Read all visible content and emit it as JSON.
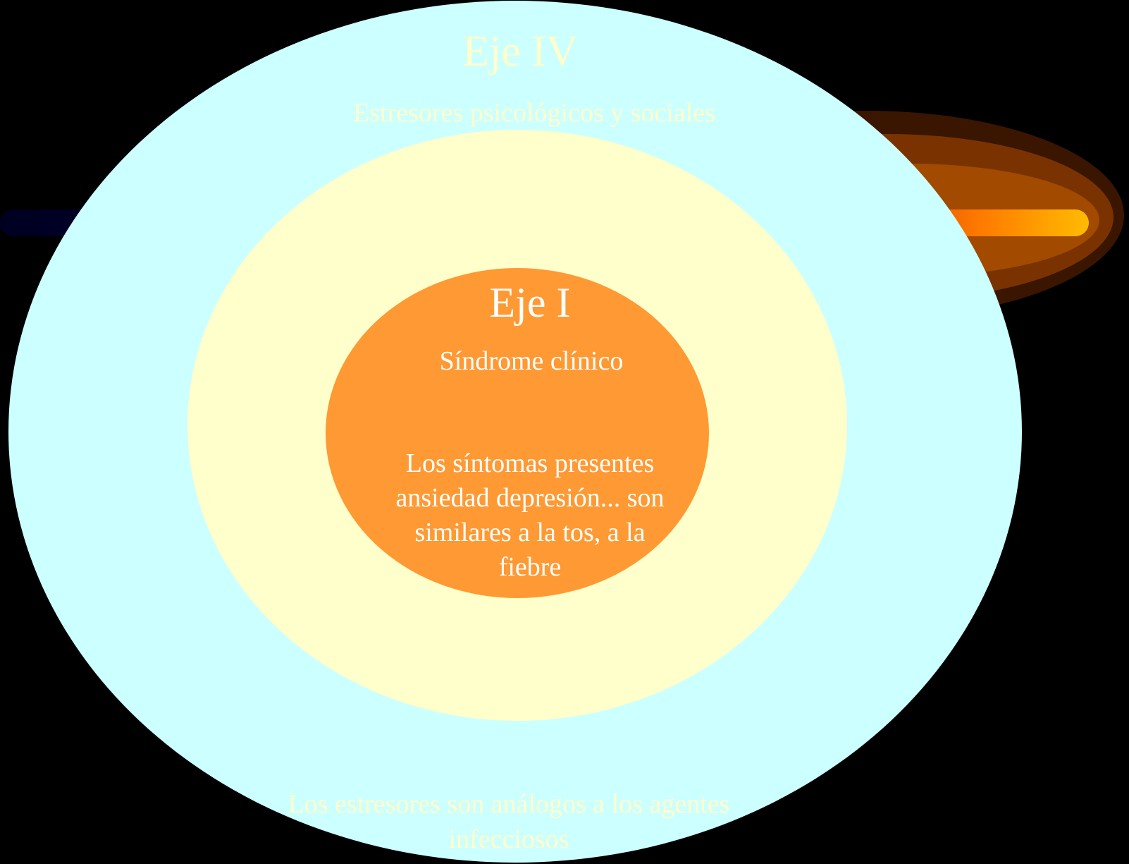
{
  "colors": {
    "background": "#000000",
    "outer_ellipse": "#ccffff",
    "middle_ellipse": "#ffffcc",
    "inner_ellipse": "#ff9933",
    "faint_text": "#ffffcc",
    "bright_text": "#ffffff"
  },
  "axis4": {
    "title": "Eje IV",
    "subtitle": "Estresores psicológicos y sociales",
    "analogy_line1": "Los estresores son análogos a los agentes",
    "analogy_line2": "infecciosos"
  },
  "axis1": {
    "title": "Eje I",
    "subtitle": "Síndrome clínico",
    "desc_line1": "Los síntomas presentes",
    "desc_line2": "ansiedad depresión... son",
    "desc_line3": "similares a la tos, a la",
    "desc_line4": "fiebre"
  }
}
